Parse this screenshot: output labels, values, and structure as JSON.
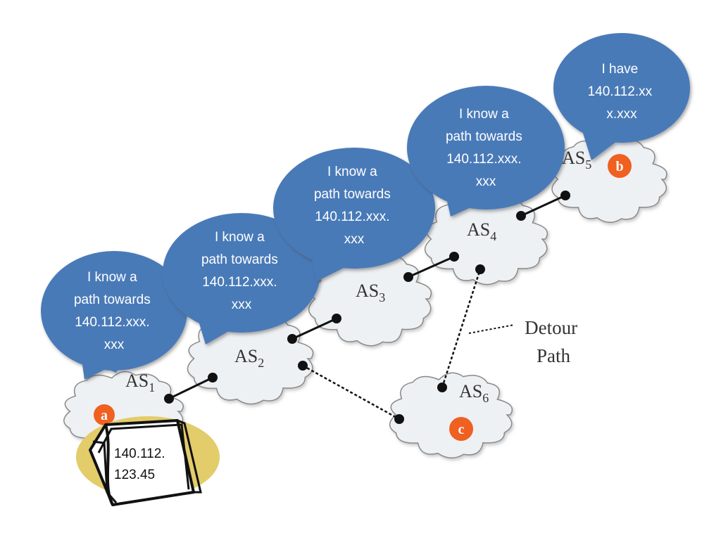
{
  "colors": {
    "bubble_fill": "#4a7ab8",
    "bubble_stroke": "#3a6296",
    "cloud_fill": "#eef1f4",
    "cloud_stroke": "#8a8a8a",
    "node_fill": "#f06020",
    "packet_fill": "#e3cc6a"
  },
  "icons": {
    "packet": "document-stack-icon"
  },
  "autonomous_systems": [
    {
      "name": "AS",
      "sub": "1"
    },
    {
      "name": "AS",
      "sub": "2"
    },
    {
      "name": "AS",
      "sub": "3"
    },
    {
      "name": "AS",
      "sub": "4"
    },
    {
      "name": "AS",
      "sub": "5"
    },
    {
      "name": "AS",
      "sub": "6"
    }
  ],
  "nodes": {
    "a": "a",
    "b": "b",
    "c": "c"
  },
  "bubbles": [
    {
      "lines": [
        "I know a",
        "path towards",
        "140.112.xxx.",
        "xxx"
      ]
    },
    {
      "lines": [
        "I know a",
        "path towards",
        "140.112.xxx.",
        "xxx"
      ]
    },
    {
      "lines": [
        "I know a",
        "path towards",
        "140.112.xxx.",
        "xxx"
      ]
    },
    {
      "lines": [
        "I know a",
        "path towards",
        "140.112.xxx.",
        "xxx"
      ]
    },
    {
      "lines": [
        "I have",
        "140.112.xx",
        "x.xxx"
      ]
    }
  ],
  "detour_label": [
    "Detour",
    "Path"
  ],
  "packet_label": [
    "140.112.",
    "123.45"
  ]
}
